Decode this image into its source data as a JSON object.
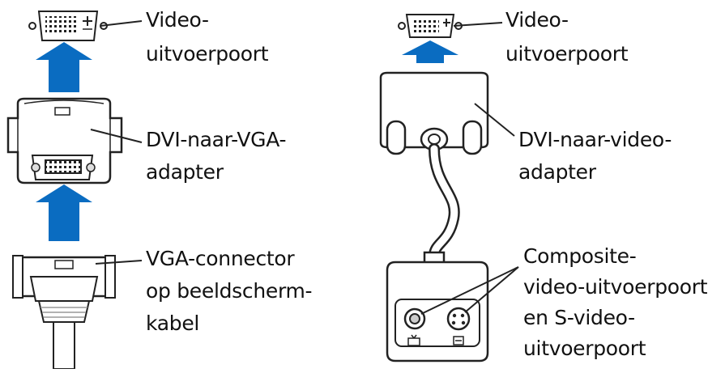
{
  "colors": {
    "arrow": "#0a6cc1",
    "outline": "#222222",
    "fill": "#ffffff",
    "detail": "#bdbdbd",
    "text": "#111111"
  },
  "left_diagram": {
    "video_port": {
      "line1": "Video-",
      "line2": "uitvoerpoort",
      "icon": "dvi-port-icon"
    },
    "adapter": {
      "line1": "DVI-naar-VGA-",
      "line2": "adapter",
      "icon": "dvi-to-vga-adapter-icon"
    },
    "connector": {
      "line1": "VGA-connector",
      "line2": "op beeldscherm-",
      "line3": "kabel",
      "icon": "vga-connector-icon"
    }
  },
  "right_diagram": {
    "video_port": {
      "line1": "Video-",
      "line2": "uitvoerpoort",
      "icon": "dvi-port-icon"
    },
    "adapter": {
      "line1": "DVI-naar-video-",
      "line2": "adapter",
      "icon": "dvi-to-video-adapter-icon"
    },
    "outputs": {
      "line1": "Composite-",
      "line2": "video-uitvoerpoort",
      "line3": "en S-video-",
      "line4": "uitvoerpoort",
      "icon": "composite-svideo-box-icon"
    }
  }
}
